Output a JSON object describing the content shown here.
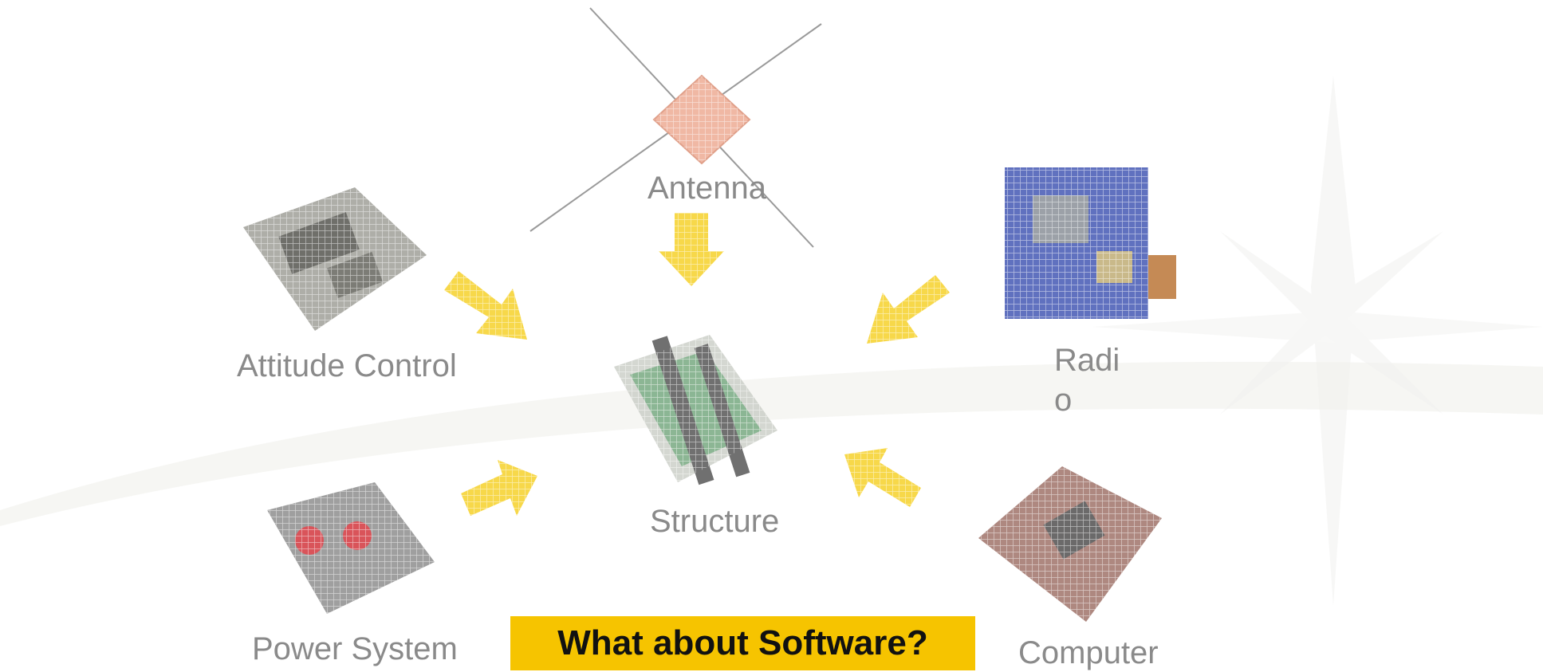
{
  "diagram": {
    "center": {
      "label": "Structure"
    },
    "components": [
      {
        "id": "antenna",
        "label": "Antenna"
      },
      {
        "id": "attitude",
        "label": "Attitude Control"
      },
      {
        "id": "radio",
        "label": "Radio"
      },
      {
        "id": "power",
        "label": "Power System"
      },
      {
        "id": "computer",
        "label": "Computer"
      }
    ],
    "callout": "What about Software?",
    "colors": {
      "arrow": "#f7d84a",
      "label": "#8a8a8a",
      "callout_bg": "#f6c400",
      "board_attitude": "#9a9a92",
      "board_radio": "#4f62b8",
      "board_power": "#8e8e8e",
      "board_computer": "#a0736a",
      "antenna_body": "#f0b8a4"
    }
  }
}
